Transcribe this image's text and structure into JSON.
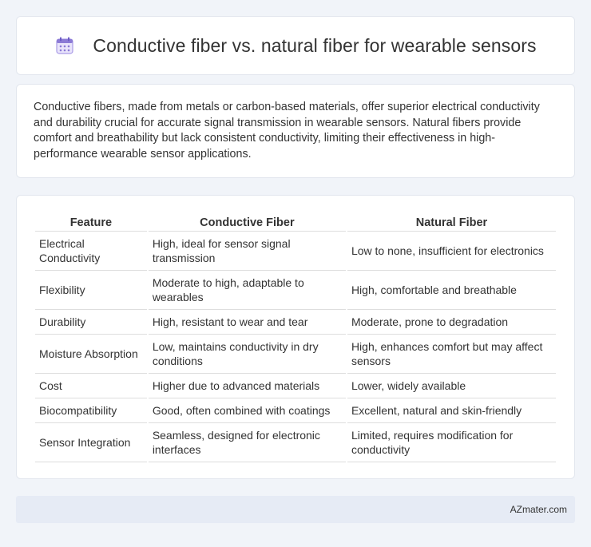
{
  "header": {
    "icon": "calendar-icon",
    "title": "Conductive fiber vs. natural fiber for wearable sensors"
  },
  "summary": {
    "text": "Conductive fibers, made from metals or carbon-based materials, offer superior electrical conductivity and durability crucial for accurate signal transmission in wearable sensors. Natural fibers provide comfort and breathability but lack consistent conductivity, limiting their effectiveness in high-performance wearable sensor applications."
  },
  "table": {
    "headers": [
      "Feature",
      "Conductive Fiber",
      "Natural Fiber"
    ],
    "rows": [
      [
        "Electrical Conductivity",
        "High, ideal for sensor signal transmission",
        "Low to none, insufficient for electronics"
      ],
      [
        "Flexibility",
        "Moderate to high, adaptable to wearables",
        "High, comfortable and breathable"
      ],
      [
        "Durability",
        "High, resistant to wear and tear",
        "Moderate, prone to degradation"
      ],
      [
        "Moisture Absorption",
        "Low, maintains conductivity in dry conditions",
        "High, enhances comfort but may affect sensors"
      ],
      [
        "Cost",
        "Higher due to advanced materials",
        "Lower, widely available"
      ],
      [
        "Biocompatibility",
        "Good, often combined with coatings",
        "Excellent, natural and skin-friendly"
      ],
      [
        "Sensor Integration",
        "Seamless, designed for electronic interfaces",
        "Limited, requires modification for conductivity"
      ]
    ]
  },
  "footer": {
    "credit": "AZmater.com"
  },
  "colors": {
    "background": "#f1f4f9",
    "card": "#ffffff",
    "footer": "#e6ebf5",
    "text": "#333333",
    "icon_accent": "#8c7bd6"
  }
}
